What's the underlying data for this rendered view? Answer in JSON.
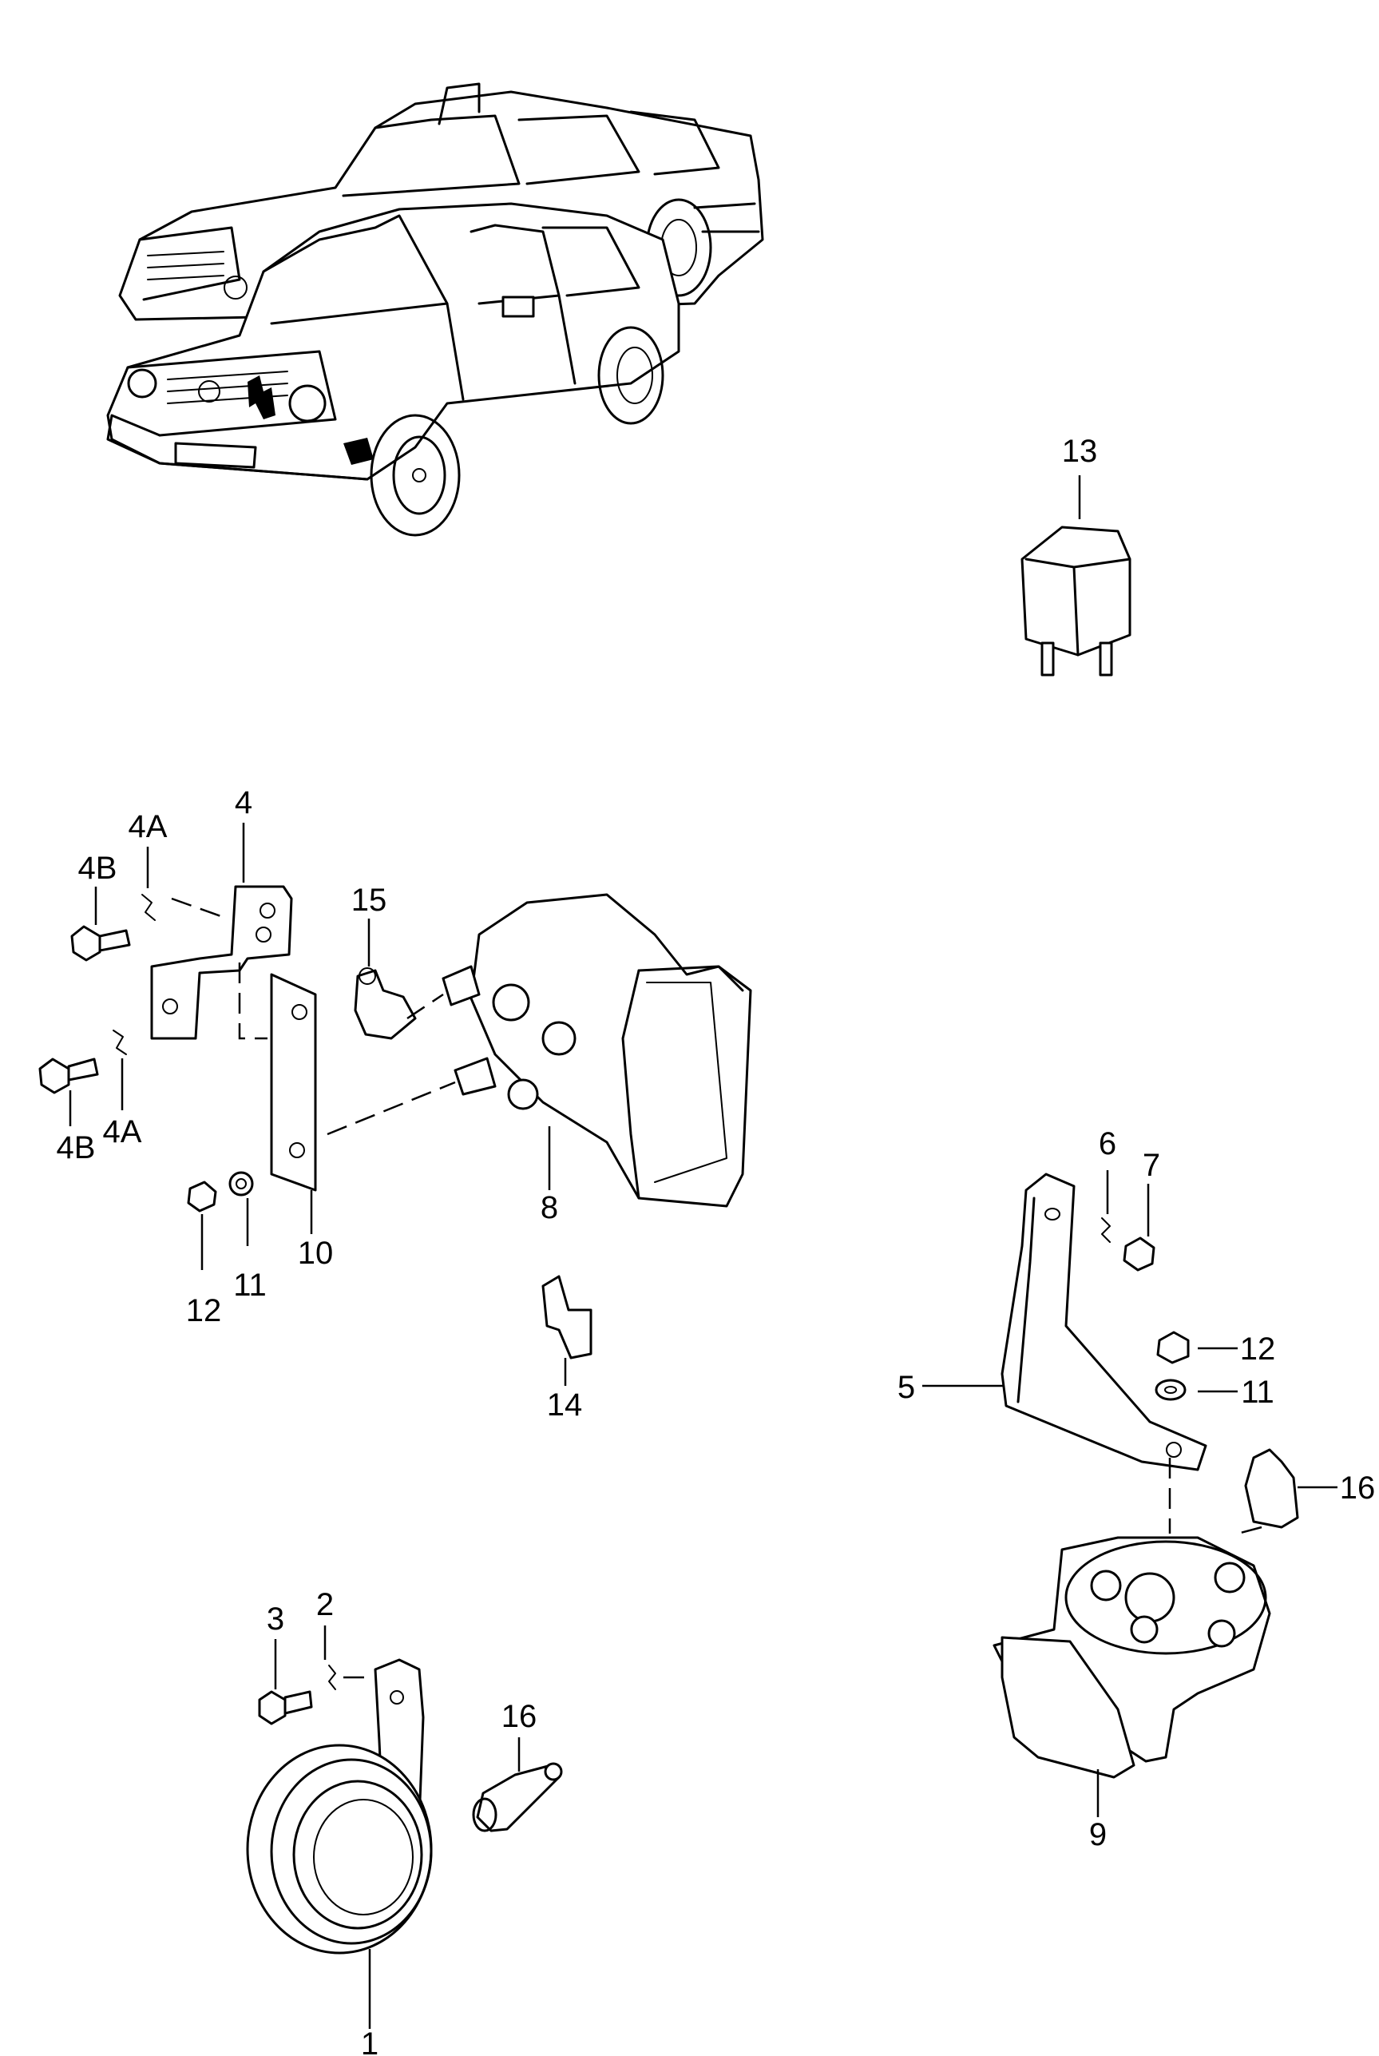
{
  "callouts": {
    "c1": "1",
    "c2": "2",
    "c3": "3",
    "c4": "4",
    "c4a_top": "4A",
    "c4a_bottom": "4A",
    "c4b_top": "4B",
    "c4b_bottom": "4B",
    "c5": "5",
    "c6": "6",
    "c7": "7",
    "c8": "8",
    "c9": "9",
    "c10": "10",
    "c11_left": "11",
    "c11_right": "11",
    "c12_left": "12",
    "c12_right": "12",
    "c13": "13",
    "c14": "14",
    "c15": "15",
    "c16_bottom": "16",
    "c16_right": "16"
  }
}
